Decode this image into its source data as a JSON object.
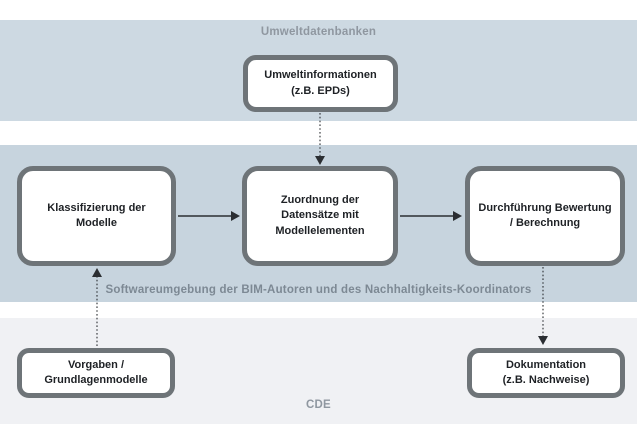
{
  "diagram": {
    "title": "BIM sustainability workflow diagram",
    "bands": {
      "umwelt": {
        "label": "Umweltdatenbanken"
      },
      "software": {
        "label": "Softwareumgebung der BIM-Autoren und des Nachhaltigkeits-Koordinators"
      },
      "cde": {
        "label": "CDE"
      }
    },
    "nodes": {
      "umweltinfo": {
        "label": "Umweltinformationen\n(z.B. EPDs)"
      },
      "klassifizierung": {
        "label": "Klassifizierung der\nModelle"
      },
      "zuordnung": {
        "label": "Zuordnung der\nDatensätze mit\nModellelementen"
      },
      "durchfuehrung": {
        "label": "Durchführung Bewertung\n/ Berechnung"
      },
      "vorgaben": {
        "label": "Vorgaben /\nGrundlagenmodelle"
      },
      "dokumentation": {
        "label": "Dokumentation\n(z.B. Nachweise)"
      }
    },
    "arrows": [
      {
        "from": "umweltinfo",
        "to": "zuordnung",
        "style": "dotted"
      },
      {
        "from": "klassifizierung",
        "to": "zuordnung",
        "style": "solid"
      },
      {
        "from": "zuordnung",
        "to": "durchfuehrung",
        "style": "solid"
      },
      {
        "from": "vorgaben",
        "to": "klassifizierung",
        "style": "dotted"
      },
      {
        "from": "durchfuehrung",
        "to": "dokumentation",
        "style": "dotted"
      }
    ]
  },
  "colors": {
    "band_top": "#cdd9e2",
    "band_mid": "#c7d4de",
    "band_bottom": "#f0f1f4",
    "box_border": "#6e7478",
    "box_text": "#1e2125",
    "label_gray": "#8f97a0",
    "label_slate": "#7d8994",
    "arrow": "#2b2e32"
  }
}
